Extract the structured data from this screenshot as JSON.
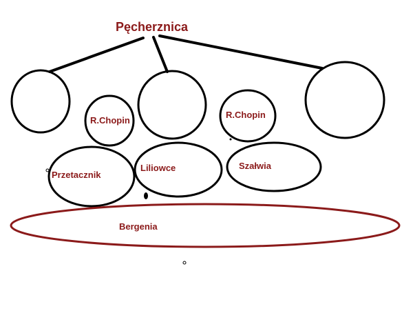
{
  "diagram": {
    "title": "Pęcherznica",
    "labels": {
      "chopin_left": "R.Chopin",
      "chopin_right": "R.Chopin",
      "przetacznik": "Przetacznik",
      "liliowce": "Liliowce",
      "szalwia": "Szałwia",
      "bergenia": "Bergenia"
    },
    "colors": {
      "text": "#8b1a1a",
      "stroke": "#000000",
      "accent_stroke": "#8b1a1a"
    }
  }
}
